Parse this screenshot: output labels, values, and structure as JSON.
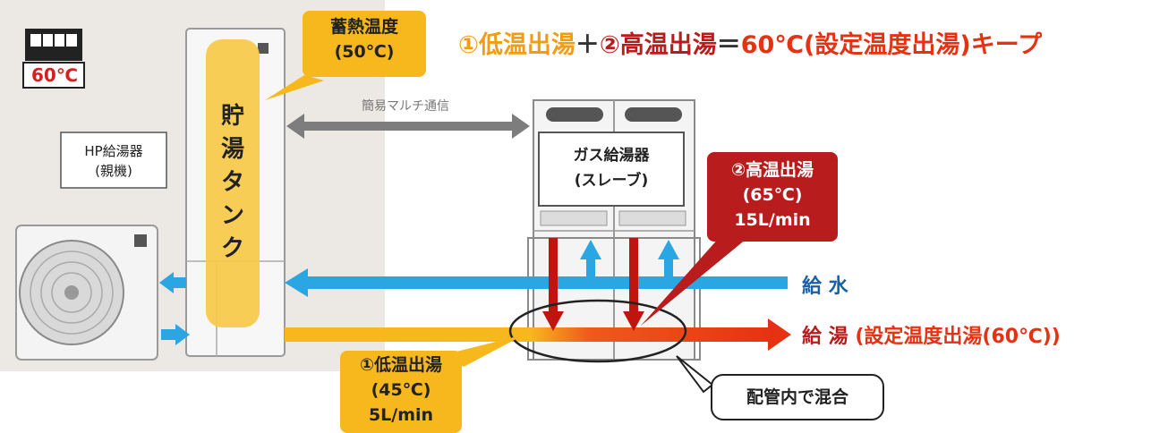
{
  "headline": {
    "part1": "①低温出湯",
    "plus": "＋",
    "part2": "②高温出湯",
    "equals": "＝",
    "part3": "60℃(設定温度出湯)キープ"
  },
  "remote": {
    "temperature": "60℃"
  },
  "tank": {
    "label_line1": "貯",
    "label_line2": "湯",
    "label_line3": "タ",
    "label_line4": "ン",
    "label_line5": "ク"
  },
  "storage_callout": {
    "line1": "蓄熱温度",
    "line2": "(50℃)"
  },
  "hp_unit": {
    "line1": "HP給湯器",
    "line2": "(親機)"
  },
  "comm_label": "簡易マルチ通信",
  "gas_unit": {
    "line1": "ガス給湯器",
    "line2": "(スレーブ)"
  },
  "high_callout": {
    "line1": "②高温出湯",
    "line2": "(65℃)",
    "line3": "15L/min"
  },
  "low_callout": {
    "line1": "①低温出湯",
    "line2": "(45℃)",
    "line3": "5L/min"
  },
  "water_supply_label": "給 水",
  "hot_water_label": "給 湯",
  "hot_water_note": "(設定温度出湯(60℃))",
  "mix_callout": "配管内で混合",
  "colors": {
    "yellow": "#f7b81e",
    "orange": "#f39c12",
    "red": "#e53212",
    "dark_red": "#b81c1c",
    "blue": "#2aa7e2",
    "dark_blue": "#1a5fa6"
  }
}
